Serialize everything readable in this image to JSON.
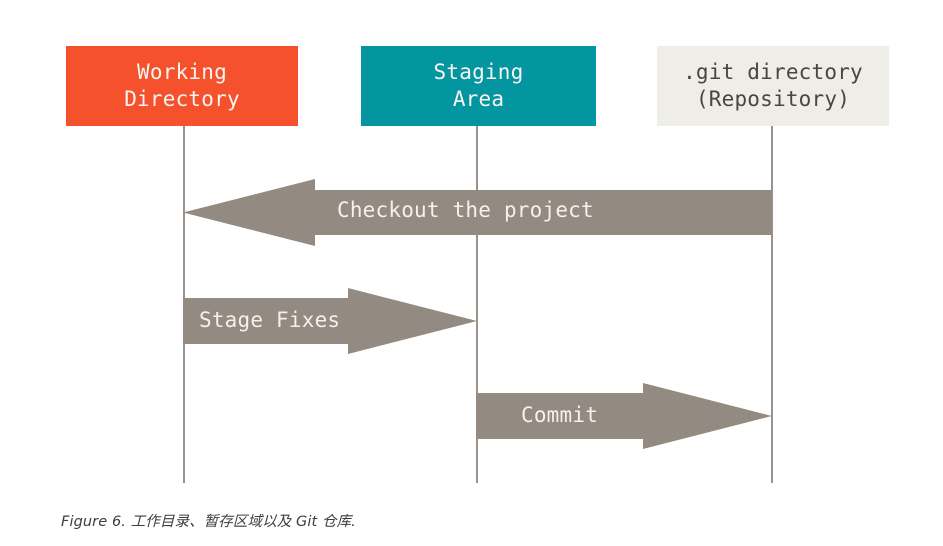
{
  "figure": {
    "caption": "Figure 6. 工作目录、暂存区域以及 Git 仓库.",
    "background_color": "#ffffff"
  },
  "diagram": {
    "type": "git-workflow-flow-diagram",
    "nodes": [
      {
        "id": "working-directory",
        "label": "Working\nDirectory",
        "line1": "Working",
        "line2": "Directory",
        "fill_color": "#f4512c",
        "text_color": "#f7f4ef"
      },
      {
        "id": "staging-area",
        "label": "Staging\nArea",
        "line1": "Staging",
        "line2": "Area",
        "fill_color": "#0496a0",
        "text_color": "#f7f4ef"
      },
      {
        "id": "git-directory",
        "label": ".git directory\n(Repository)",
        "line1": ".git directory",
        "line2": "(Repository)",
        "fill_color": "#eeeee6",
        "text_color": "#4a4540"
      }
    ],
    "lifeline_color": "#9a938c",
    "arrow_color": "#938a82",
    "arrow_label_color": "#f4f1ec",
    "arrows": [
      {
        "id": "checkout",
        "label": "Checkout the project",
        "from": "git-directory",
        "to": "working-directory",
        "direction": "left"
      },
      {
        "id": "stage-fixes",
        "label": "Stage Fixes",
        "from": "working-directory",
        "to": "staging-area",
        "direction": "right"
      },
      {
        "id": "commit",
        "label": "Commit",
        "from": "staging-area",
        "to": "git-directory",
        "direction": "right"
      }
    ]
  }
}
